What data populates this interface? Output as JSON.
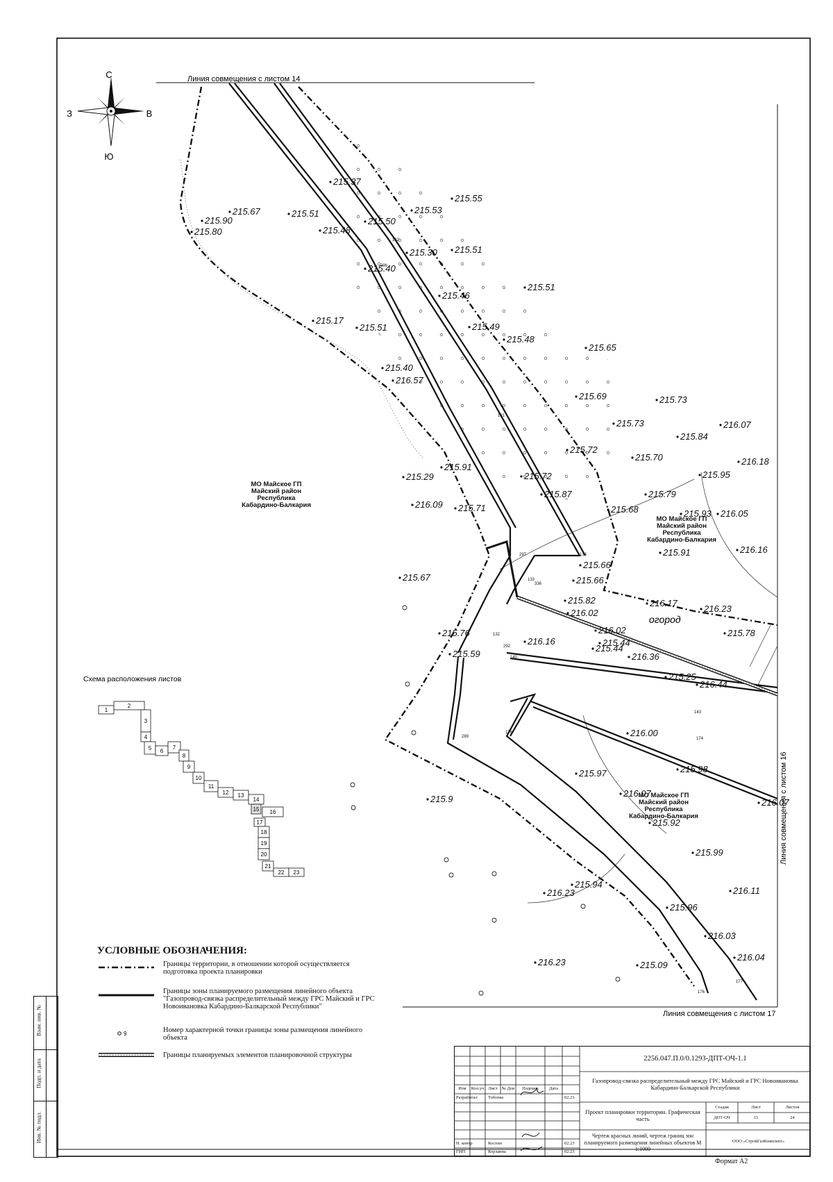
{
  "compass": {
    "north": "С",
    "south": "Ю",
    "west": "З",
    "east": "В"
  },
  "match_lines": {
    "top": "Линия совмещения с листом 14",
    "right": "Линия совмещения с листом 16",
    "bottom": "Линия совмещения с листом 17"
  },
  "zones": {
    "west": [
      "МО Майское ГП",
      "Майский район",
      "Республика",
      "Кабардино-Балкария"
    ],
    "east": [
      "МО Майское ГП",
      "Майский район",
      "Республика",
      "Кабардино-Балкария"
    ],
    "south": [
      "МО Майское ГП",
      "Майский район",
      "Республика",
      "Кабардино-Балкария"
    ]
  },
  "garden_label": "огород",
  "elevations": [
    {
      "t": "215.55"
    },
    {
      "t": "215.53"
    },
    {
      "t": "215.50"
    },
    {
      "t": "215.67"
    },
    {
      "t": "215.90"
    },
    {
      "t": "215.80"
    },
    {
      "t": "215.51"
    },
    {
      "t": "215.48"
    },
    {
      "t": "215.37"
    },
    {
      "t": "215.30"
    },
    {
      "t": "215.51"
    },
    {
      "t": "215.40"
    },
    {
      "t": "215.46"
    },
    {
      "t": "215.49"
    },
    {
      "t": "215.48"
    },
    {
      "t": "215.51"
    },
    {
      "t": "215.17"
    },
    {
      "t": "215.51"
    },
    {
      "t": "215.40"
    },
    {
      "t": "216.57"
    },
    {
      "t": "215.65"
    },
    {
      "t": "215.69"
    },
    {
      "t": "215.73"
    },
    {
      "t": "215.73"
    },
    {
      "t": "216.07"
    },
    {
      "t": "215.84"
    },
    {
      "t": "215.72"
    },
    {
      "t": "215.70"
    },
    {
      "t": "216.18"
    },
    {
      "t": "215.95"
    },
    {
      "t": "215.29"
    },
    {
      "t": "215.91"
    },
    {
      "t": "215.72"
    },
    {
      "t": "216.09"
    },
    {
      "t": "215.71"
    },
    {
      "t": "215.87"
    },
    {
      "t": "215.79"
    },
    {
      "t": "215.93"
    },
    {
      "t": "216.05"
    },
    {
      "t": "215.68"
    },
    {
      "t": "215.91"
    },
    {
      "t": "216.16"
    },
    {
      "t": "215.67"
    },
    {
      "t": "215.66"
    },
    {
      "t": "215.66"
    },
    {
      "t": "215.82"
    },
    {
      "t": "216.17"
    },
    {
      "t": "216.23"
    },
    {
      "t": "216.02"
    },
    {
      "t": "216.02"
    },
    {
      "t": "215.78"
    },
    {
      "t": "215.44"
    },
    {
      "t": "215.76"
    },
    {
      "t": "216.16"
    },
    {
      "t": "215.44"
    },
    {
      "t": "216.36"
    },
    {
      "t": "215.59"
    },
    {
      "t": "215.25"
    },
    {
      "t": "216.44"
    },
    {
      "t": "216.00"
    },
    {
      "t": "215.97"
    },
    {
      "t": "215.98"
    },
    {
      "t": "216.07"
    },
    {
      "t": "216.07"
    },
    {
      "t": "215.9"
    },
    {
      "t": "215.92"
    },
    {
      "t": "215.99"
    },
    {
      "t": "215.94"
    },
    {
      "t": "216.11"
    },
    {
      "t": "216.23"
    },
    {
      "t": "215.96"
    },
    {
      "t": "216.03"
    },
    {
      "t": "216.23"
    },
    {
      "t": "215.09"
    },
    {
      "t": "216.04"
    }
  ],
  "scheme": {
    "title": "Схема расположения листов",
    "sheets": [
      "1",
      "2",
      "3",
      "4",
      "5",
      "6",
      "7",
      "8",
      "9",
      "10",
      "11",
      "12",
      "13",
      "14",
      "15",
      "16",
      "17",
      "18",
      "19",
      "20",
      "21",
      "22",
      "23"
    ],
    "current": "15"
  },
  "legend": {
    "title": "УСЛОВНЫЕ ОБОЗНАЧЕНИЯ:",
    "items": [
      {
        "text": "Границы территории, в отношении которой осуществляется подготовка проекта планировки"
      },
      {
        "text": "Границы зоны планируемого размещения линейного объекта \"Газопровод-связка распределительный между ГРС Майский и ГРС Новоивановка Кабардино-Балкарской Республики\""
      },
      {
        "text": "Номер характерной точки границы зоны размещения линейного объекта"
      },
      {
        "text": "Границы планируемых элементов планировочной структуры"
      }
    ],
    "point_sym": "○ 9"
  },
  "side_stamp": [
    "Взам. инв. №",
    "Подп. и дата",
    "Инв. № подл."
  ],
  "title_block": {
    "code": "2256.047.П.0/0.1293-ДПТ-ОЧ-1.1",
    "project": "Газопровод-связка распределительный между ГРС Майский и ГРС Новоивановка Кабардино-Балкарской Республики",
    "col_headers": [
      "Изм",
      "Кол.уч",
      "Лист",
      "№ Док",
      "Подпись",
      "Дата"
    ],
    "rows": [
      {
        "role": "Разработал",
        "name": "Тобоева",
        "date": "02.23"
      },
      {
        "role": "Н. контр",
        "name": "Костин",
        "date": "02.23"
      },
      {
        "role": "ГИП",
        "name": "Корзаина",
        "date": "02.23"
      }
    ],
    "section": "Проект планировки территории. Графическая часть",
    "stage_header": [
      "Стадия",
      "Лист",
      "Листов"
    ],
    "stage_values": [
      "ДПТ-ОЧ",
      "15",
      "24"
    ],
    "drawing": "Чертеж красных линий, чертеж границ зон планируемого размещения линейных объектов М 1:1000",
    "company": "ООО «СтройГазКомплект»",
    "format": "Формат А2"
  }
}
